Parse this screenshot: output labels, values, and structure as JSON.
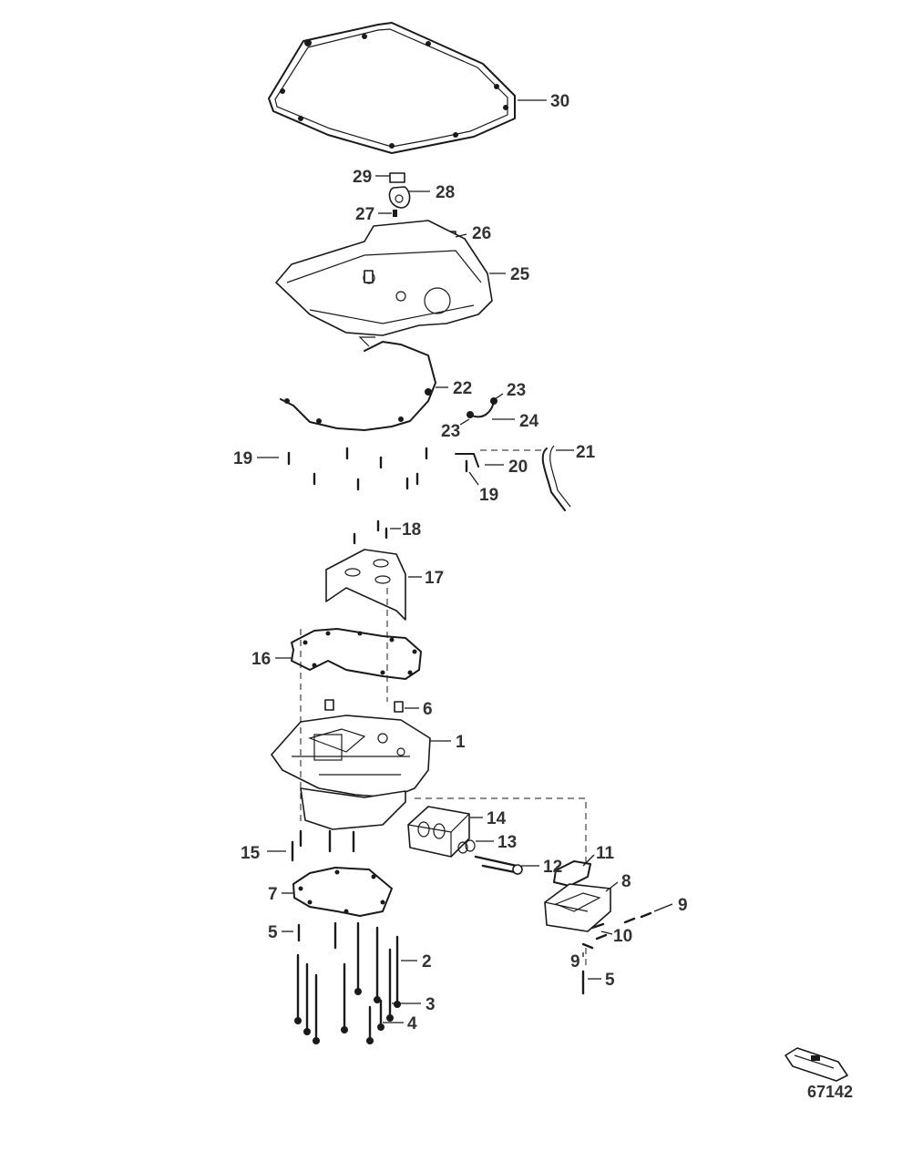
{
  "figure_number": "67142",
  "callouts": [
    "1",
    "2",
    "3",
    "4",
    "5",
    "5",
    "6",
    "7",
    "8",
    "9",
    "9",
    "10",
    "11",
    "12",
    "13",
    "14",
    "15",
    "16",
    "17",
    "18",
    "19",
    "19",
    "20",
    "21",
    "22",
    "23",
    "23",
    "24",
    "25",
    "26",
    "27",
    "28",
    "29",
    "30"
  ]
}
